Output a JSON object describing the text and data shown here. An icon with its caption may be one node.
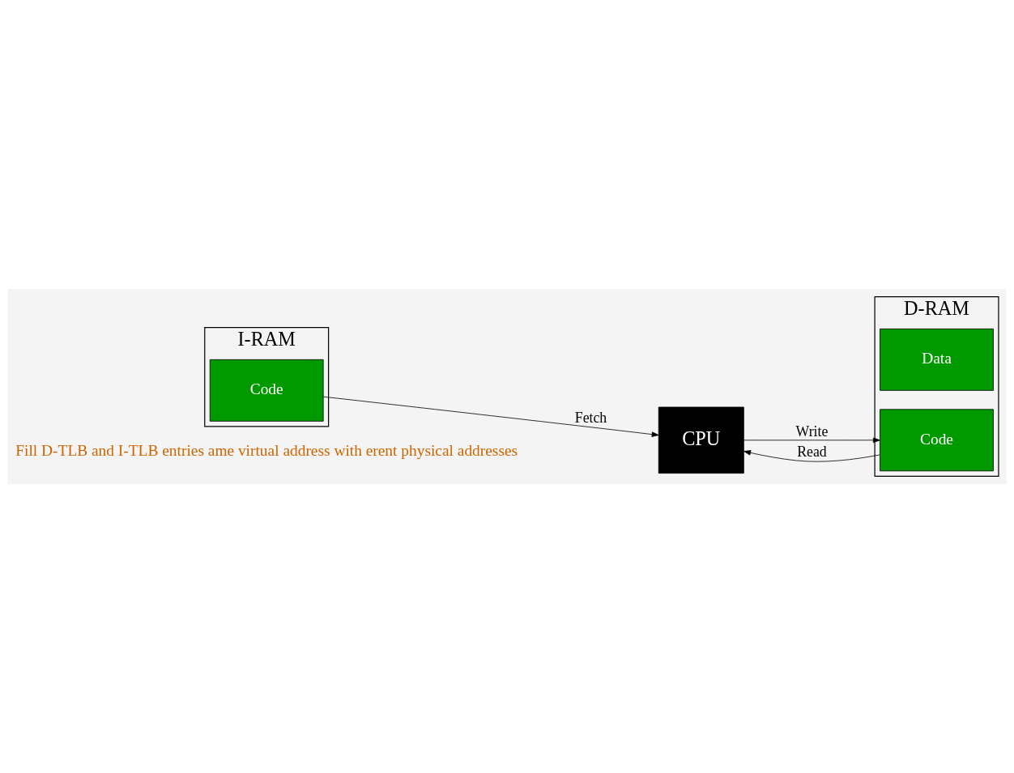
{
  "diagram": {
    "nodes": [
      {
        "text": [
          "CPU"
        ]
      },
      {
        "text": [
          "D-RAM"
        ]
      },
      {
        "text": [
          "Data"
        ],
        "in": 1
      },
      {
        "text": [
          "Code"
        ],
        "in": 1
      },
      {
        "text": [
          "I-RAM"
        ]
      },
      {
        "text": [
          "Code"
        ],
        "in": 4
      }
    ],
    "edges": [
      {
        "from": 0,
        "to": 3,
        "arrow": "to",
        "label": "Write"
      },
      {
        "from": 3,
        "to": 0,
        "arrow": "to",
        "label": "Read"
      },
      {
        "from": 5,
        "to": 0,
        "arrow": "to",
        "label": "Fetch"
      }
    ],
    "labels": [
      "Fill D-TLB and I-TLB entries ame virtual address with erent physical addresses"
    ]
  }
}
